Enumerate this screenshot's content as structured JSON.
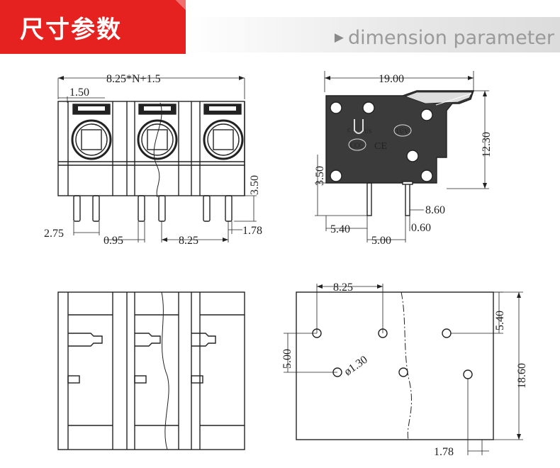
{
  "header": {
    "title": "尺寸参数",
    "subtitle": "dimension parameter",
    "accent": "#e52220",
    "subtitle_color": "#9a9a9a"
  },
  "front_view": {
    "overall_width": "8.25*N+1.5",
    "edge_offset": "1.50",
    "pin_height": "3.50",
    "pin_spacing": "8.25",
    "pin_offset_left": "2.75",
    "pin_gap": "0.95",
    "pin_edge": "1.78"
  },
  "side_view": {
    "length": "19.00",
    "height": "12.30",
    "pin_height": "3.50",
    "pin_offset": "8.60",
    "pin_pos_a": "5.40",
    "pin_pitch": "5.00",
    "pin_width": "0.60",
    "cert_marks": [
      "c",
      "US",
      "TÜV",
      "CCC",
      "CE"
    ]
  },
  "footprint": {
    "pitch": "8.25",
    "row_offset": "5.00",
    "hole_diameter": "ø1.30",
    "top_offset": "5.40",
    "total_depth": "18.60",
    "edge": "1.78"
  }
}
